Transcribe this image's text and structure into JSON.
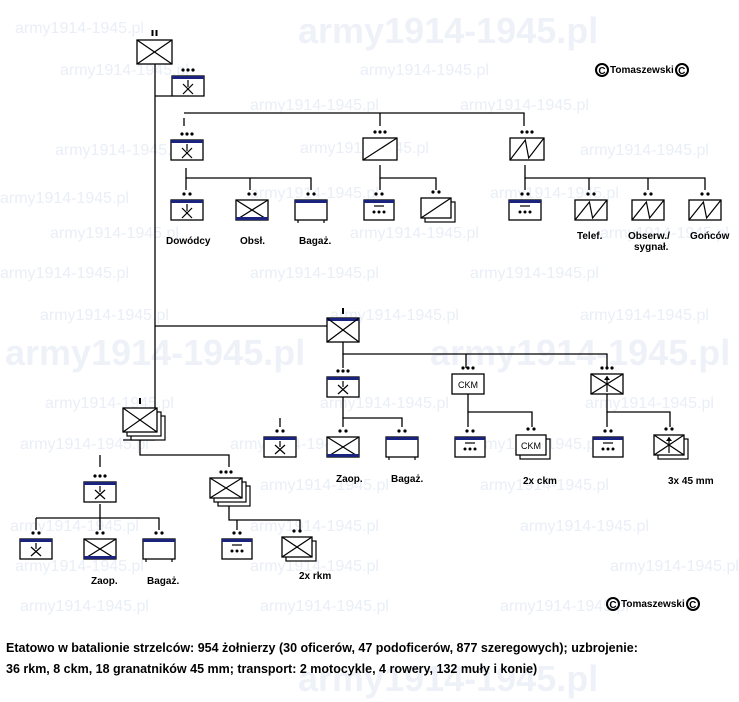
{
  "watermark": "army1914-1945.pl",
  "copyright": "Tomaszewski",
  "copyright_symbol": "C",
  "labels": {
    "dowodcy": "Dowódcy",
    "obsl": "Obsł.",
    "bagaz1": "Bagaż.",
    "telef": "Telef.",
    "obserw": "Obserw./",
    "sygnal": "sygnał.",
    "goncow": "Gońców",
    "zaop1": "Zaop.",
    "bagaz2": "Bagaż.",
    "ckm2x": "2x ckm",
    "mm45": "3x 45 mm",
    "zaop2": "Zaop.",
    "bagaz3": "Bagaż.",
    "rkm2x": "2x rkm"
  },
  "unit_text": {
    "ckm": "CKM"
  },
  "colors": {
    "bar": "#1a237e",
    "line": "#000000",
    "watermark": "#e9eef7"
  },
  "footer": {
    "line1": "Etatowo w batalionie strzelców: 954 żołnierzy (30 oficerów, 47 podoficerów, 877 szeregowych); uzbrojenie:",
    "line2": "36 rkm,  8 ckm, 18 granatników 45 mm; transport: 2 motocykle, 4 rowery, 132 muły i konie)"
  }
}
